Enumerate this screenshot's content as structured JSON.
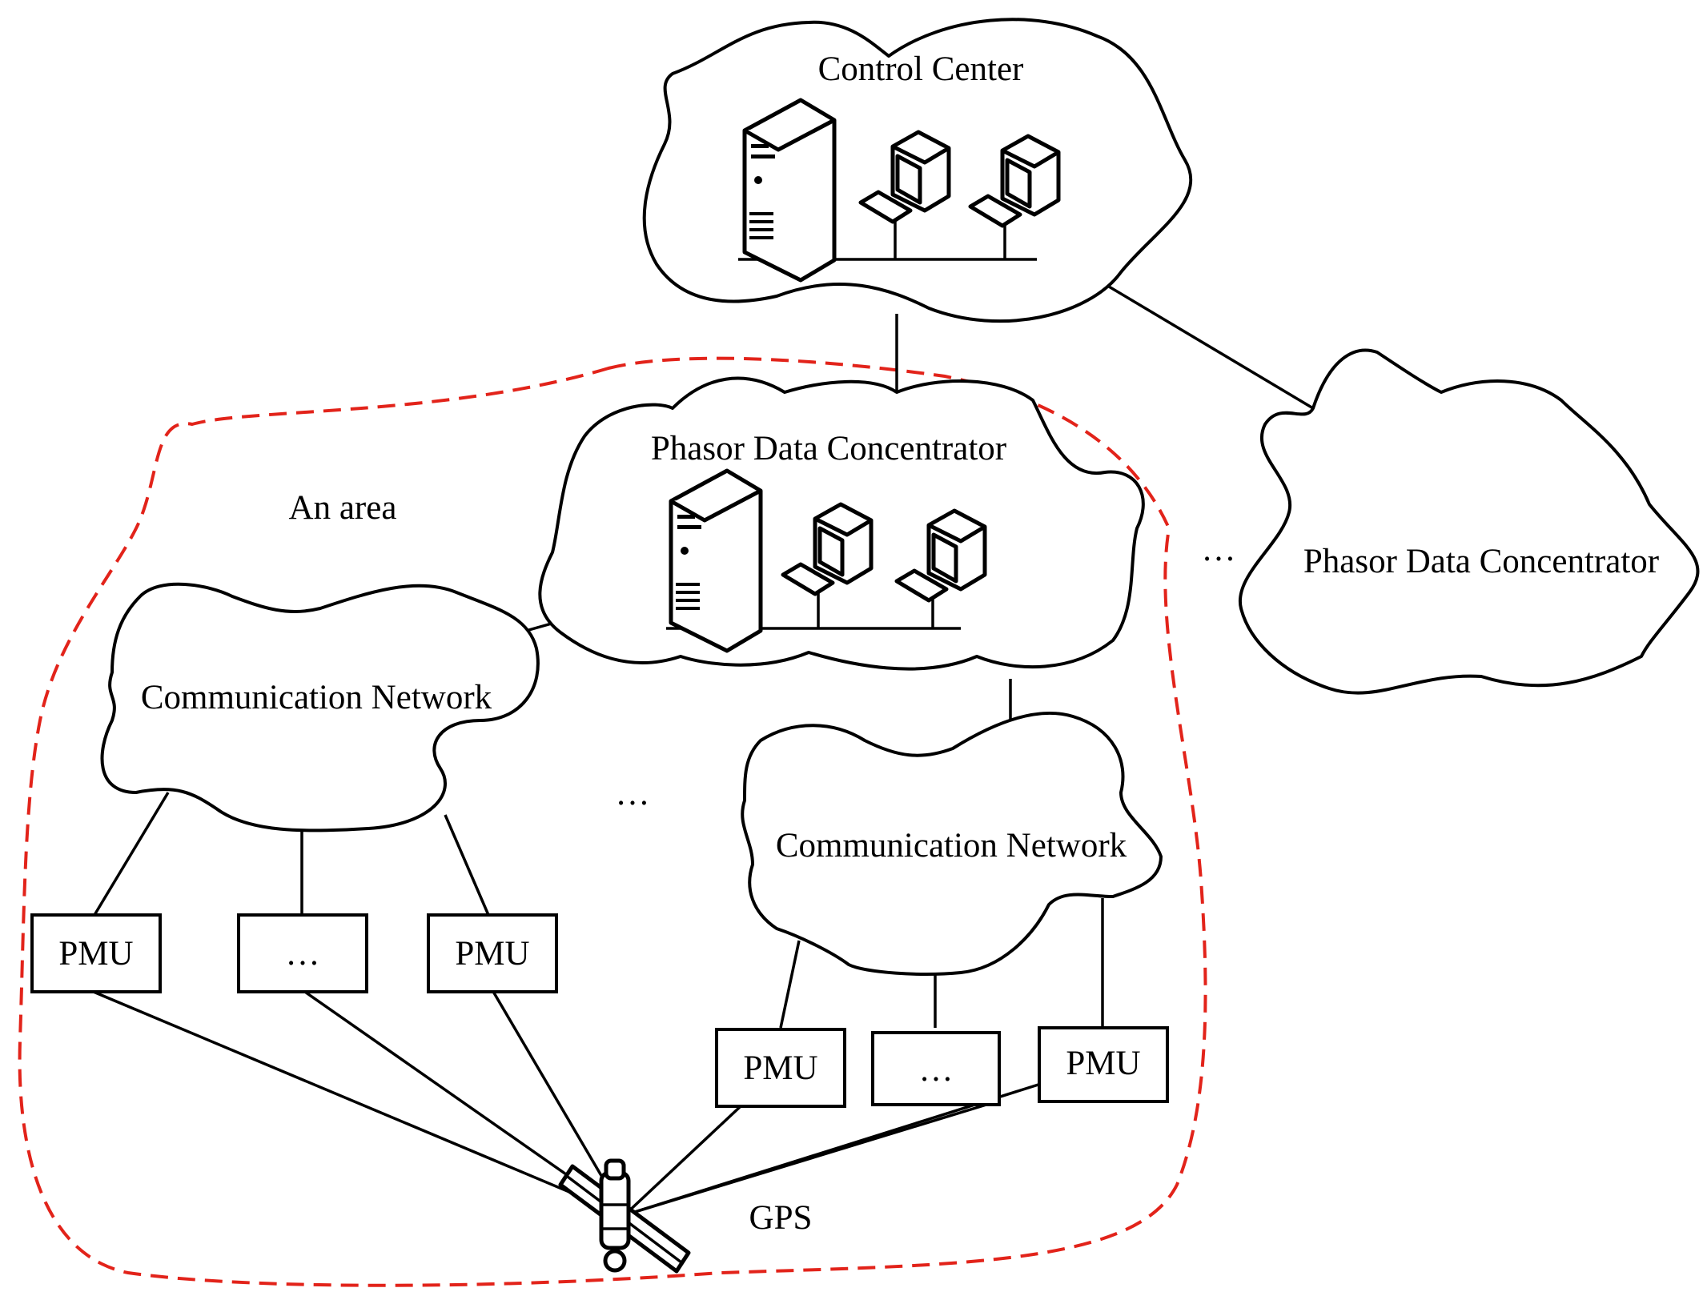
{
  "diagram": {
    "control_center": {
      "label": "Control Center"
    },
    "pdc_main": {
      "label": "Phasor Data Concentrator"
    },
    "pdc_other": {
      "label": "Phasor Data Concentrator"
    },
    "area": {
      "label": "An area"
    },
    "comm_network_left": {
      "label": "Communication Network"
    },
    "comm_network_right": {
      "label": "Communication Network"
    },
    "ellipsis_pdc": {
      "label": "…"
    },
    "ellipsis_networks": {
      "label": "…"
    },
    "pmu_boxes_left": [
      "PMU",
      "…",
      "PMU"
    ],
    "pmu_boxes_right": [
      "PMU",
      "…",
      "PMU"
    ],
    "gps": {
      "label": "GPS",
      "icon": "satellite-icon"
    },
    "icons": [
      "server-icon",
      "workstation-icon"
    ],
    "colors": {
      "area_boundary": "#e2231a",
      "stroke": "#000000"
    }
  }
}
